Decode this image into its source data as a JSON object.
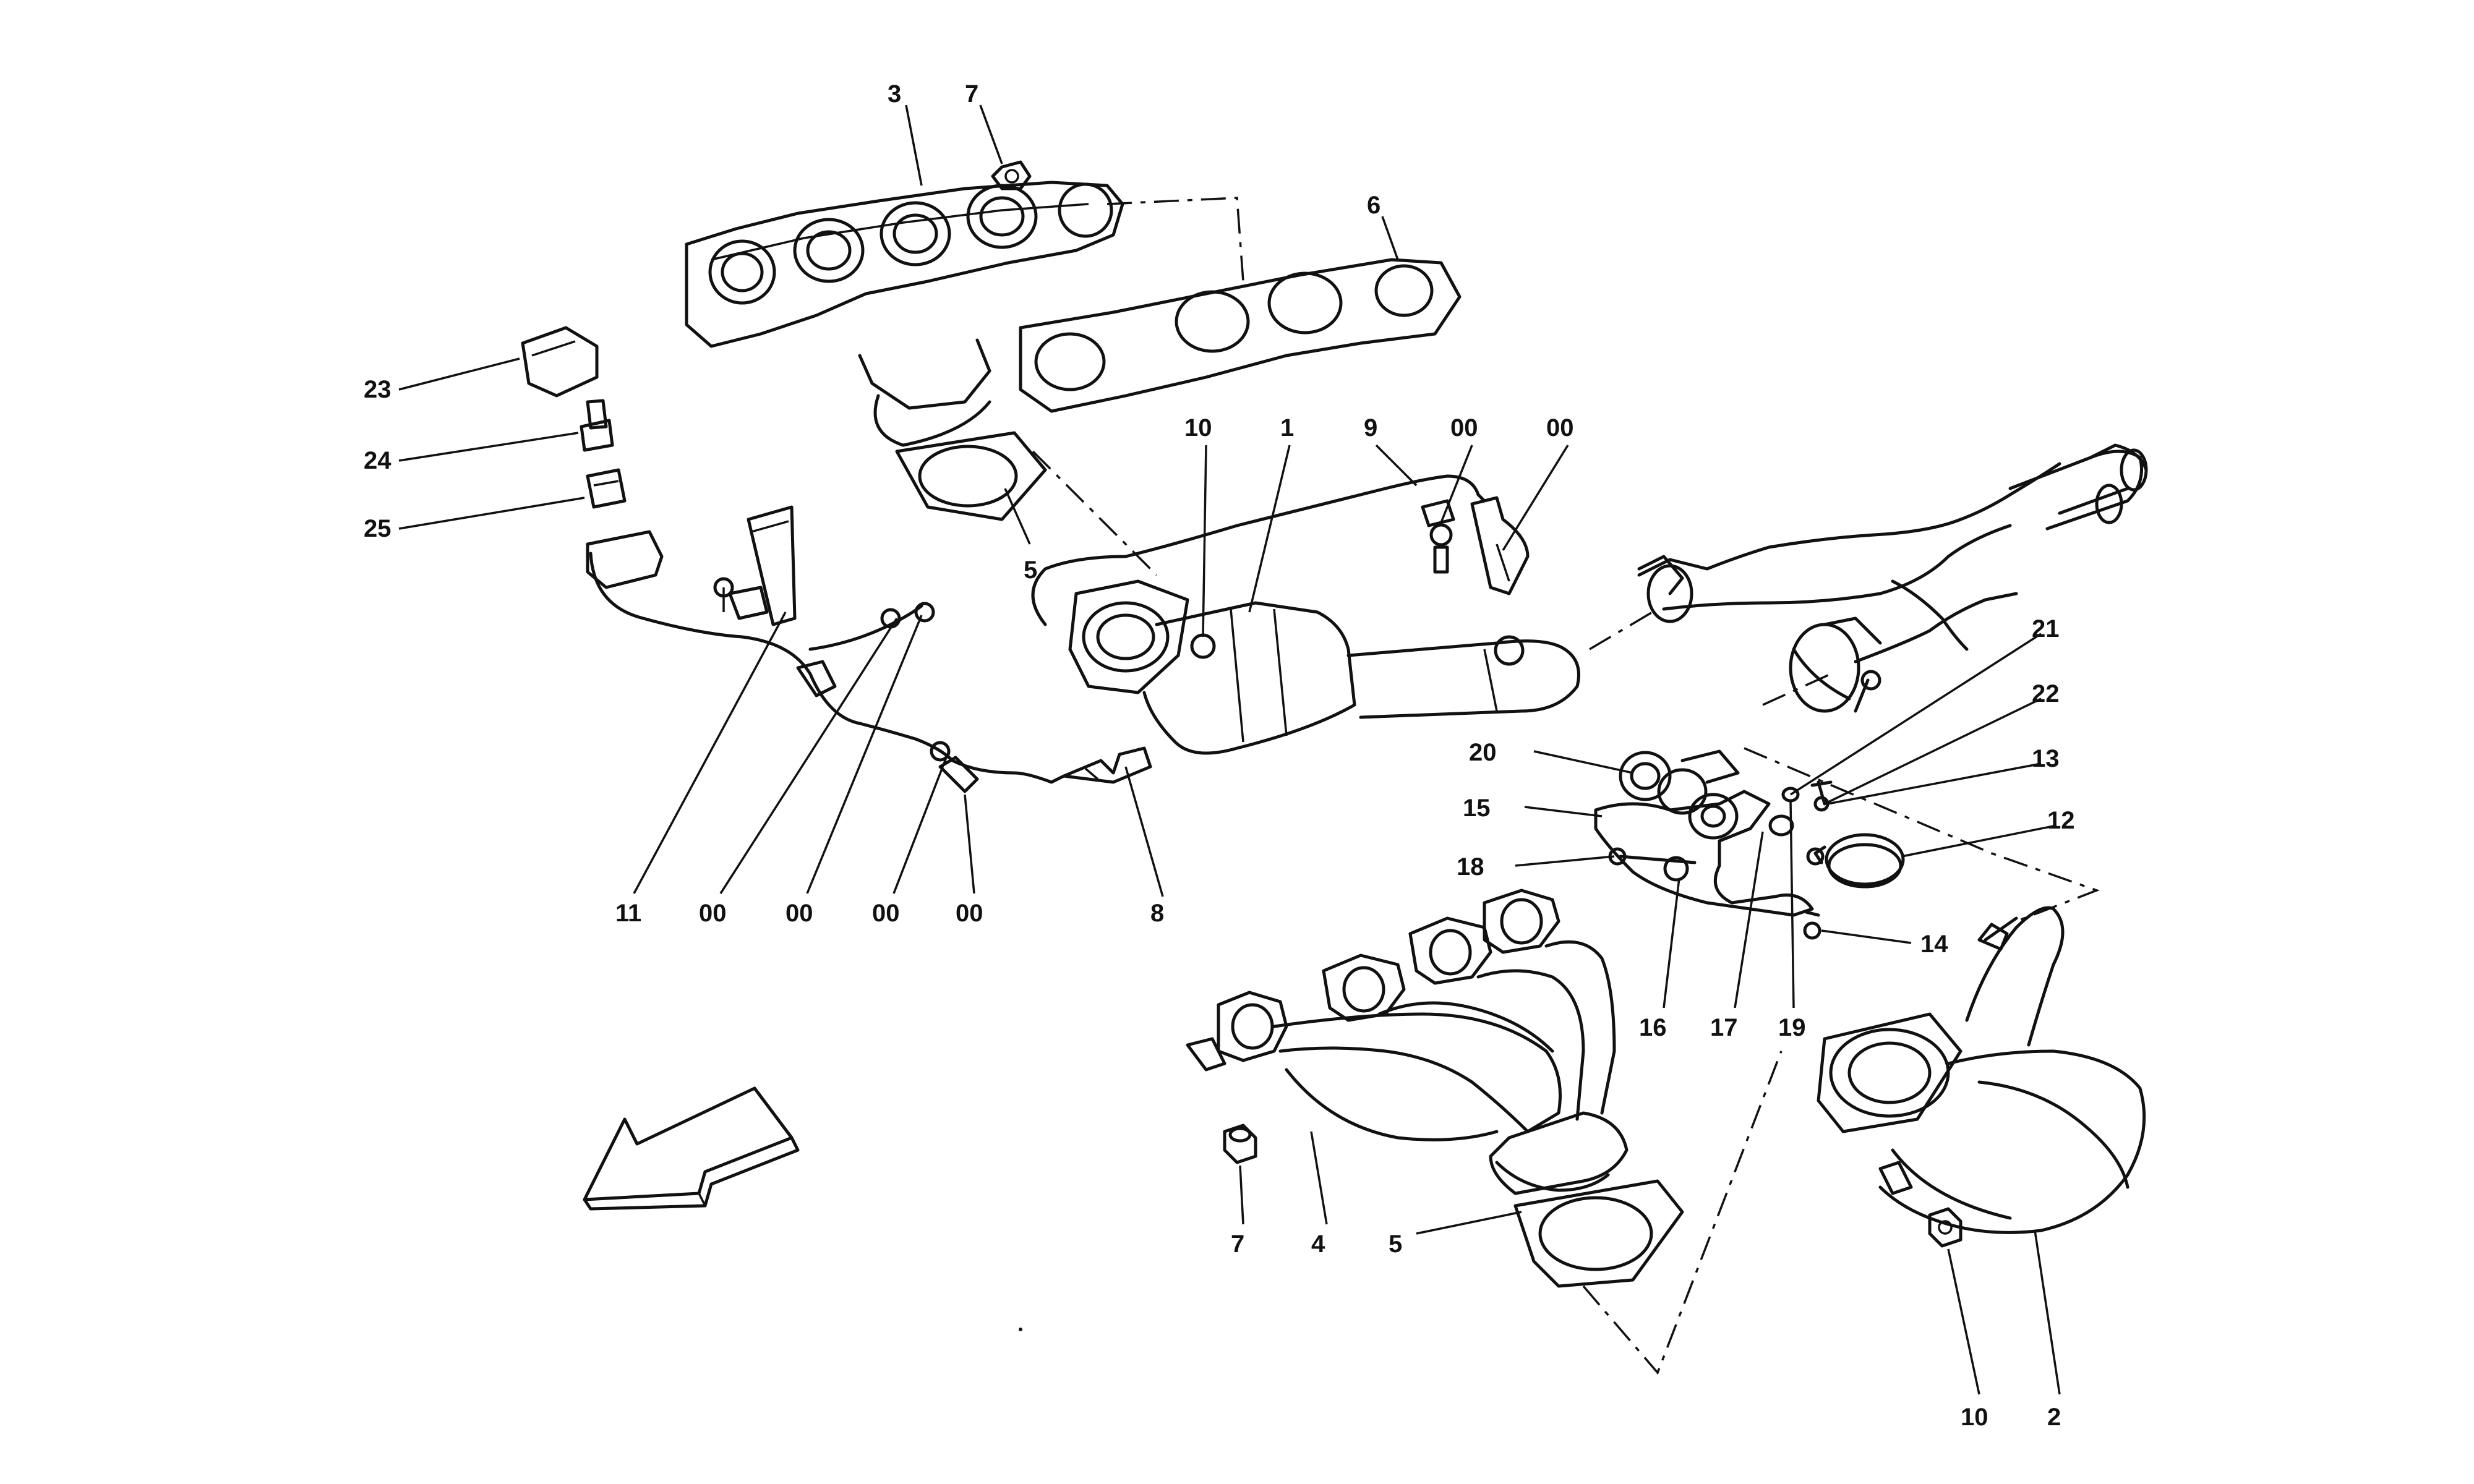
{
  "callouts": {
    "c1": "1",
    "c2": "2",
    "c3": "3",
    "c4": "4",
    "c5_top": "5",
    "c5_bottom": "5",
    "c6": "6",
    "c7_top": "7",
    "c7_bottom": "7",
    "c8": "8",
    "c9": "9",
    "c10_top": "10",
    "c10_bottom": "10",
    "c11": "11",
    "c12": "12",
    "c13": "13",
    "c14": "14",
    "c15": "15",
    "c16": "16",
    "c17": "17",
    "c18": "18",
    "c19": "19",
    "c20": "20",
    "c21": "21",
    "c22": "22",
    "c23": "23",
    "c24": "24",
    "c25": "25",
    "c00_a": "00",
    "c00_b": "00",
    "c00_c": "00",
    "c00_d": "00",
    "c00_e": "00",
    "c00_f": "00"
  },
  "icons": {
    "direction_arrow": "arrow-pointing-front-left"
  }
}
